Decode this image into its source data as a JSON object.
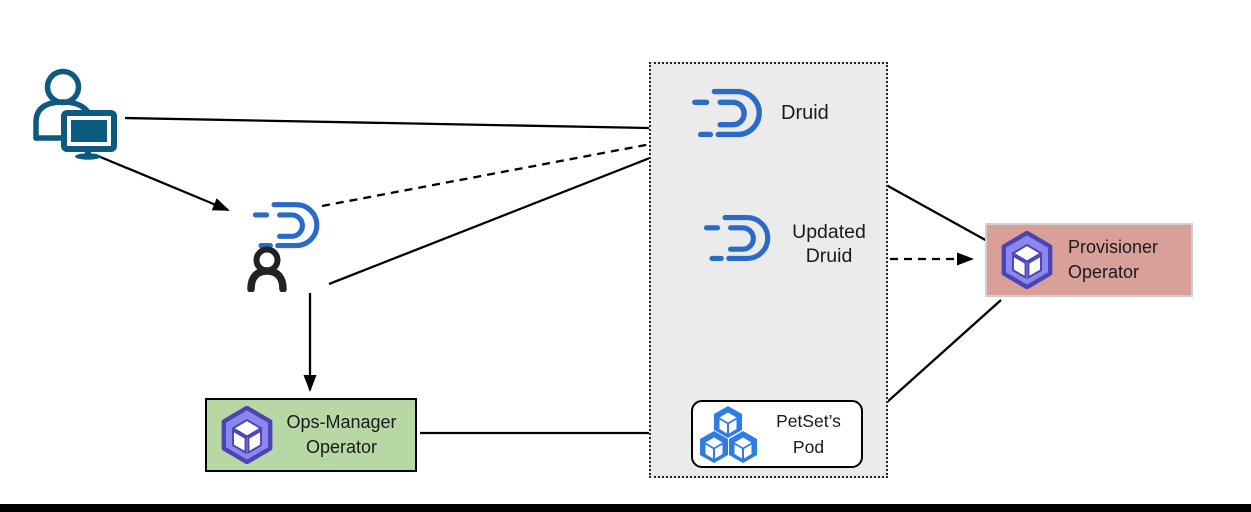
{
  "colors": {
    "druid_blue": "#2a6bc8",
    "user_icon_blue": "#0d5a80",
    "arrow_black": "#000000",
    "namespace_fill": "#ebebeb",
    "namespace_border": "#222222",
    "ops_manager_fill": "#b7d7a4",
    "provisioner_fill": "#d9a09a",
    "operator_purple": "#8b87ef",
    "operator_purple_dark": "#4b44b5",
    "pod_blue": "#2e7de4",
    "person_dark": "#222222",
    "petset_fill": "#ffffff",
    "bottom_bar": "#000000"
  },
  "namespace": {
    "druid": {
      "label": "Druid"
    },
    "updated_druid": {
      "line1": "Updated",
      "line2": "Druid"
    },
    "petset_pod": {
      "line1": "PetSet’s",
      "line2": "Pod"
    }
  },
  "operators": {
    "ops_manager": {
      "line1": "Ops-Manager",
      "line2": "Operator"
    },
    "provisioner": {
      "line1": "Provisioner",
      "line2": "Operator"
    }
  },
  "icons": {
    "user": "user-at-computer",
    "ops_request": "druid-logo-with-user",
    "druid_logo": "apache-druid-logo",
    "operator_badge": "kubernetes-operator-cube",
    "pod": "kubernetes-pod-cube"
  },
  "edges": [
    {
      "from": "user",
      "to": "druid",
      "style": "solid"
    },
    {
      "from": "user",
      "to": "ops-request-cr",
      "style": "solid"
    },
    {
      "from": "ops-request-cr",
      "to": "druid",
      "style": "dashed"
    },
    {
      "from": "ops-request-cr",
      "to": "druid",
      "style": "solid"
    },
    {
      "from": "ops-request-cr",
      "to": "ops-manager-operator",
      "style": "solid"
    },
    {
      "from": "ops-manager-operator",
      "to": "petset-pod",
      "style": "solid"
    },
    {
      "from": "provisioner-operator",
      "to": "druid",
      "style": "solid"
    },
    {
      "from": "druid",
      "to": "provisioner-operator",
      "style": "dashed"
    },
    {
      "from": "provisioner-operator",
      "to": "petset-pod",
      "style": "solid"
    },
    {
      "from": "druid",
      "to": "updated-druid",
      "style": "dashed-hollow"
    }
  ]
}
